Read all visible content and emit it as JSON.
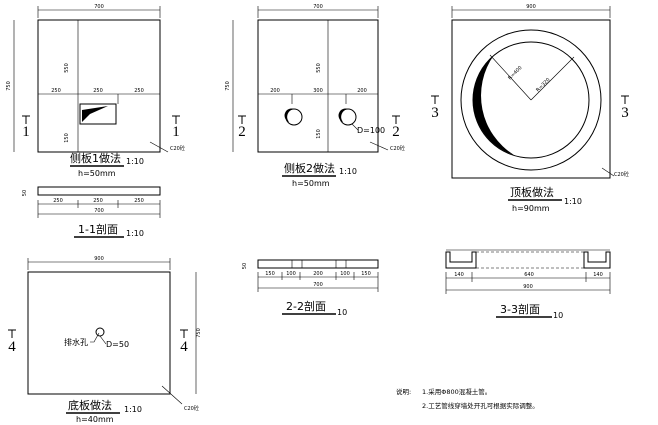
{
  "panel1": {
    "top_dim": "700",
    "left_dim": "750",
    "dims_h": [
      "250",
      "250",
      "250"
    ],
    "dim_v_upper": "550",
    "dim_v_lower": "150",
    "mark_left": "1",
    "mark_right": "1",
    "material": "C20砼",
    "title": "侧板1做法",
    "scale": "1:10",
    "thickness": "h=50mm"
  },
  "panel2": {
    "top_dim": "700",
    "left_dim": "750",
    "dims_h": [
      "200",
      "300",
      "200"
    ],
    "dim_v_upper": "550",
    "dim_v_lower": "150",
    "hole_label": "D=100",
    "mark_left": "2",
    "mark_right": "2",
    "material": "C20砼",
    "title": "侧板2做法",
    "scale": "1:10",
    "thickness": "h=50mm"
  },
  "panel3": {
    "top_dim": "900",
    "r_outer": "R=400",
    "r_inner": "R=320",
    "mark_left": "3",
    "mark_right": "3",
    "material": "C20砼",
    "title": "顶板做法",
    "scale": "1:10",
    "thickness": "h=90mm"
  },
  "section1": {
    "height_dim": "50",
    "dims": [
      "250",
      "250",
      "250"
    ],
    "total": "700",
    "title": "1-1剖面",
    "scale": "1:10"
  },
  "section2": {
    "height_dim": "50",
    "dims": [
      "150",
      "100",
      "200",
      "100",
      "150"
    ],
    "total": "700",
    "title": "2-2剖面",
    "scale": "10"
  },
  "section3": {
    "dims": [
      "140",
      "640",
      "140"
    ],
    "total": "900",
    "title": "3-3剖面",
    "scale": "10"
  },
  "panel4": {
    "top_dim": "900",
    "right_dim": "750",
    "hole_prefix": "排水孔",
    "hole_label": "D=50",
    "mark_left": "4",
    "mark_right": "4",
    "material": "C20砼",
    "title": "底板做法",
    "scale": "1:10",
    "thickness": "h=40mm"
  },
  "notes": {
    "label": "说明:",
    "line1": "1.采用Φ800混凝土管。",
    "line2": "2.工艺管线穿墙处开孔可根据实际调整。"
  }
}
